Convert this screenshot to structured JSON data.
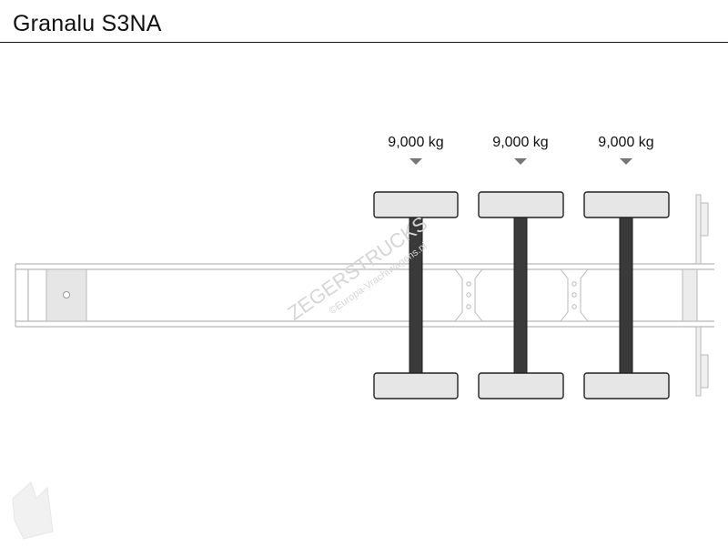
{
  "header": {
    "title": "Granalu S3NA"
  },
  "axles": [
    {
      "load": "9,000 kg"
    },
    {
      "load": "9,000 kg"
    },
    {
      "load": "9,000 kg"
    }
  ],
  "watermark": {
    "brand": "ZEGERSTRUCKS",
    "sub": "©Europa-Vrachtwagens.nl"
  },
  "colors": {
    "line": "#b8b8b8",
    "fill": "#e6e6e6",
    "axle": "#3a3a3a",
    "arrow": "#777777"
  }
}
